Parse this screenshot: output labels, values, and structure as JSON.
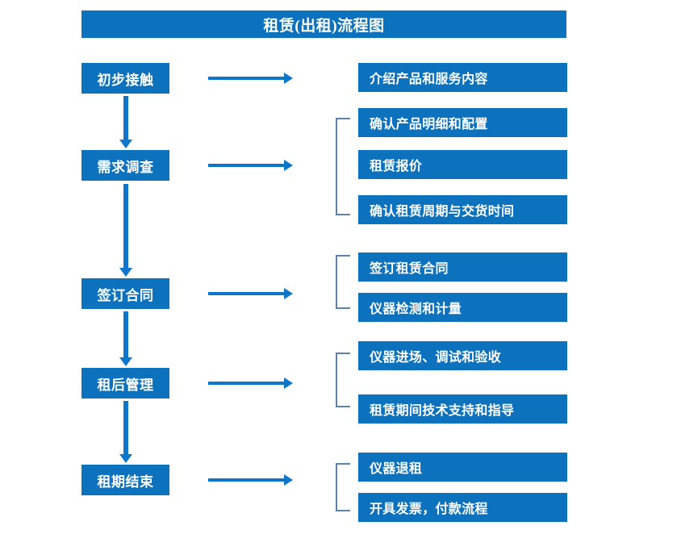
{
  "diagram": {
    "title": "租赁(出租)流程图",
    "colors": {
      "box_blue": "#0d72bd",
      "arrow_blue": "#0d76c8",
      "bracket_gray_blue": "#5b82ab",
      "text_white": "#ffffff",
      "background": "#ffffff"
    },
    "stages": [
      {
        "label": "初步接触"
      },
      {
        "label": "需求调查"
      },
      {
        "label": "签订合同"
      },
      {
        "label": "租后管理"
      },
      {
        "label": "租期结束"
      }
    ],
    "details": [
      {
        "label": "介绍产品和服务内容"
      },
      {
        "label": "确认产品明细和配置"
      },
      {
        "label": "租赁报价"
      },
      {
        "label": "确认租赁周期与交货时间"
      },
      {
        "label": "签订租赁合同"
      },
      {
        "label": "仪器检测和计量"
      },
      {
        "label": "仪器进场、调试和验收"
      },
      {
        "label": "租赁期间技术支持和指导"
      },
      {
        "label": "仪器退租"
      },
      {
        "label": "开具发票，付款流程"
      }
    ]
  }
}
